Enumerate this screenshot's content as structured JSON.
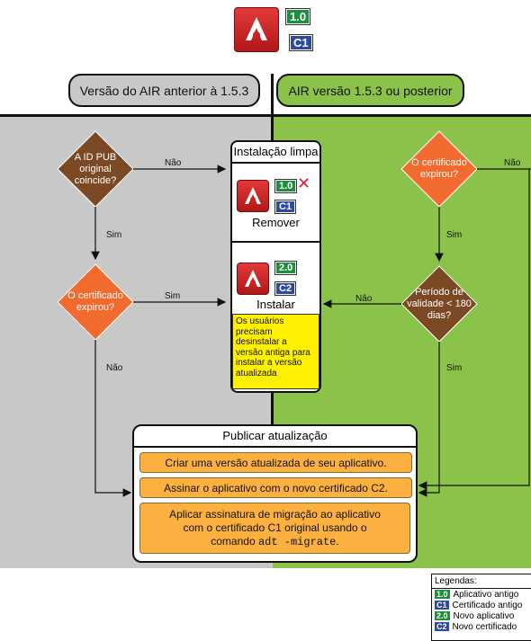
{
  "top_icon": {
    "badge_app": "1.0",
    "badge_cert": "C1"
  },
  "headers": {
    "left": "Versão do AIR anterior à 1.5.3",
    "right": "AIR versão 1.5.3 ou posterior"
  },
  "left_flow": {
    "d1": "A ID PUB original coincide?",
    "d1_no": "Não",
    "d1_yes": "Sim",
    "d2": "O certificado expirou?",
    "d2_yes": "Sim",
    "d2_no": "Não"
  },
  "right_flow": {
    "d1": "O certificado expirou?",
    "d1_no": "Não",
    "d1_yes": "Sim",
    "d2": "Período de validade < 180 dias?",
    "d2_no": "Não",
    "d2_yes": "Sim"
  },
  "panel": {
    "title": "Instalação limpa",
    "remove_badge_app": "1.0",
    "remove_badge_cert": "C1",
    "remove_label": "Remover",
    "install_badge_app": "2.0",
    "install_badge_cert": "C2",
    "install_label": "Instalar",
    "note": "Os usuários precisam desinstalar a versão antiga para instalar a versão atualizada"
  },
  "publish": {
    "title": "Publicar atualização",
    "step1": "Criar uma versão atualizada de seu aplicativo.",
    "step2": "Assinar o aplicativo com o novo certificado C2.",
    "step3_pre": "Aplicar assinatura de migração ao aplicativo com o certificado C1 original usando o comando",
    "step3_code": "adt -migrate",
    "step3_post": "."
  },
  "legend": {
    "title": "Legendas:",
    "items": [
      {
        "badge": "1.0",
        "color": "#1e8f3a",
        "text": "Aplicativo antigo"
      },
      {
        "badge": "C1",
        "color": "#2c4a9e",
        "text": "Certificado antigo"
      },
      {
        "badge": "2.0",
        "color": "#1e8f3a",
        "text": "Novo aplicativo"
      },
      {
        "badge": "C2",
        "color": "#2c4a9e",
        "text": "Novo certificado"
      }
    ]
  },
  "colors": {
    "left_bg": "#c8c8c8",
    "right_bg": "#8bc34a",
    "diamond_brown": "#7b4a24",
    "diamond_orange": "#f26a2e",
    "step_orange": "#fbb040",
    "note_yellow": "#ffef00"
  }
}
